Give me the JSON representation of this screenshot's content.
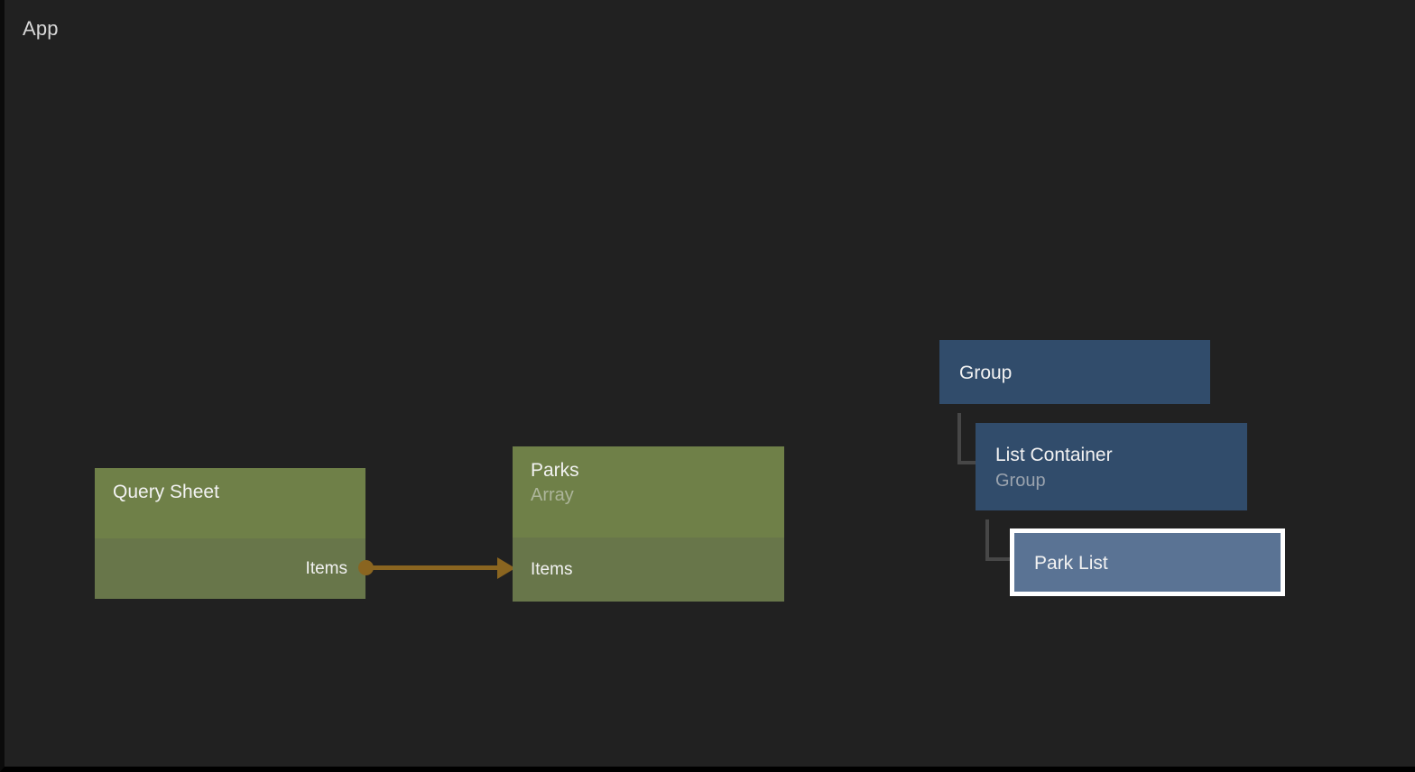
{
  "app": {
    "title": "App",
    "background_color": "#212121"
  },
  "colors": {
    "canvas_background": "#212121",
    "data_node_header": "#6f8048",
    "data_node_body": "#68764a",
    "edge": "#8a6520",
    "group_node": "#314c6b",
    "selected_node": "#5a7394",
    "selection_border": "#ffffff",
    "connector_line": "#474747",
    "primary_text": "#f2f2f2",
    "muted_text_green": "#adb59b",
    "muted_text_blue": "#9aa3ae"
  },
  "graph": {
    "nodes": [
      {
        "id": "query-sheet",
        "title": "Query Sheet",
        "subtitle": "",
        "ports": [
          {
            "name": "Items",
            "direction": "output"
          }
        ]
      },
      {
        "id": "parks",
        "title": "Parks",
        "subtitle": "Array",
        "ports": [
          {
            "name": "Items",
            "direction": "input"
          }
        ]
      }
    ],
    "edges": [
      {
        "id": "edge-items",
        "from_node": "query-sheet",
        "from_port": "Items",
        "to_node": "parks",
        "to_port": "Items"
      }
    ]
  },
  "hierarchy": {
    "root": {
      "id": "group",
      "title": "Group",
      "subtitle": "",
      "selected": false
    },
    "child": {
      "id": "list-container",
      "title": "List Container",
      "subtitle": "Group",
      "selected": false
    },
    "grandchild": {
      "id": "park-list",
      "title": "Park List",
      "subtitle": "",
      "selected": true
    }
  }
}
